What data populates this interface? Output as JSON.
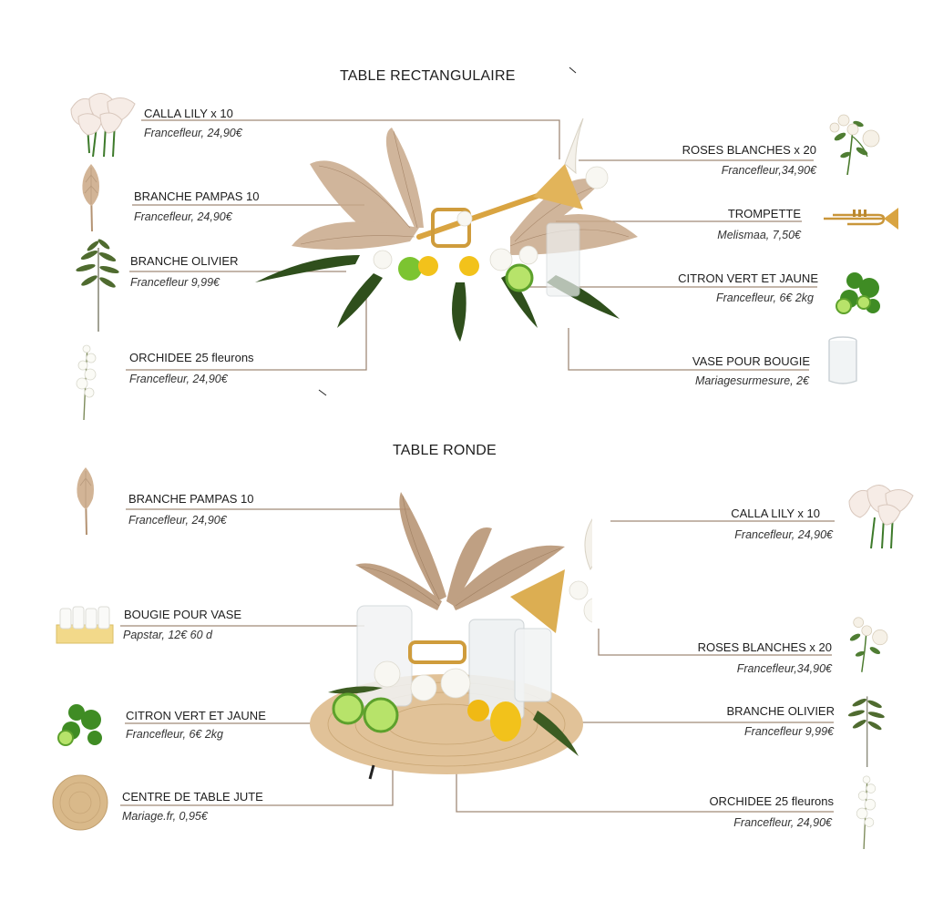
{
  "rect": {
    "title": "TABLE RECTANGULAIRE",
    "items": [
      {
        "name": "CALLA LILY x 10",
        "source": "Francefleur, 24,90€"
      },
      {
        "name": "BRANCHE PAMPAS 10",
        "source": "Francefleur, 24,90€"
      },
      {
        "name": "BRANCHE OLIVIER",
        "source": "Francefleur 9,99€"
      },
      {
        "name": "ORCHIDEE 25 fleurons",
        "source": "Francefleur, 24,90€"
      },
      {
        "name": "ROSES BLANCHES x 20",
        "source": "Francefleur,34,90€"
      },
      {
        "name": "TROMPETTE",
        "source": "Melismaa, 7,50€"
      },
      {
        "name": "CITRON VERT ET JAUNE",
        "source": "Francefleur, 6€ 2kg"
      },
      {
        "name": "VASE POUR BOUGIE",
        "source": "Mariagesurmesure, 2€"
      }
    ]
  },
  "round": {
    "title": "TABLE RONDE",
    "items": [
      {
        "name": "BRANCHE PAMPAS 10",
        "source": "Francefleur, 24,90€"
      },
      {
        "name": "BOUGIE POUR VASE",
        "source": "Papstar, 12€ 60 d"
      },
      {
        "name": "CITRON VERT ET JAUNE",
        "source": "Francefleur, 6€ 2kg"
      },
      {
        "name": "CENTRE DE TABLE JUTE",
        "source": "Mariage.fr, 0,95€"
      },
      {
        "name": "CALLA LILY x 10",
        "source": "Francefleur, 24,90€"
      },
      {
        "name": "ROSES BLANCHES x 20",
        "source": "Francefleur,34,90€"
      },
      {
        "name": "BRANCHE OLIVIER",
        "source": "Francefleur 9,99€"
      },
      {
        "name": "ORCHIDEE 25 fleurons",
        "source": "Francefleur, 24,90€"
      }
    ]
  },
  "colors": {
    "leader_line": "#a08a78",
    "pampas": "#c8a98a",
    "leaf": "#4f6b2f",
    "lime": "#7cc431",
    "lemon": "#f2c21b",
    "brass": "#d9a441",
    "jute": "#d9b98a"
  }
}
